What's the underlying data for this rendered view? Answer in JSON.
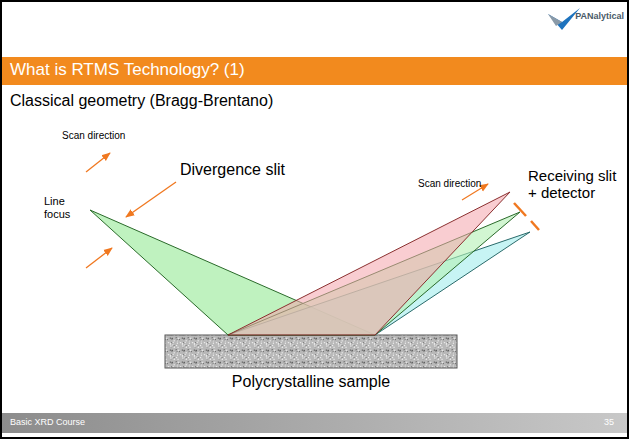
{
  "diagram": {
    "title": "What is RTMS Technology? (1)",
    "labels": [
      "Classical geometry (Bragg-Brentano)",
      "Scan direction",
      "Line focus",
      "Divergence slit",
      "Scan direction",
      "Receiving slit + detector",
      "Polycrystalline sample",
      "PANalytical",
      "Basic XRD Course",
      "35"
    ]
  }
}
